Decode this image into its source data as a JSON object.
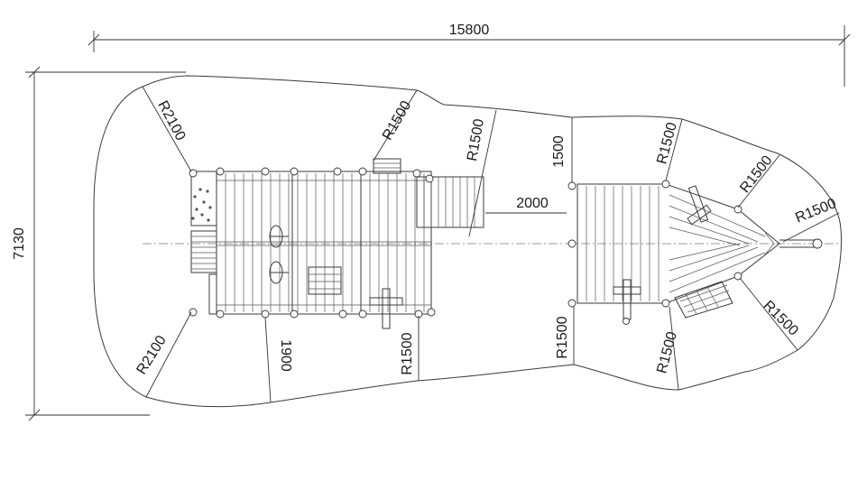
{
  "dimensions": {
    "overall_length": "15800",
    "overall_width": "7130",
    "gap": "2000",
    "side": "1500",
    "offset": "1900"
  },
  "radii": {
    "r2100_top": "R2100",
    "r2100_bottom": "R2100",
    "r1500_a": "R1500",
    "r1500_b": "R1500",
    "r1500_c": "R1500",
    "r1500_d": "R1500",
    "r1500_e": "R1500",
    "r1500_f": "R1500",
    "r1500_g": "R1500",
    "r1500_h": "R1500",
    "r1500_i": "R1500"
  }
}
